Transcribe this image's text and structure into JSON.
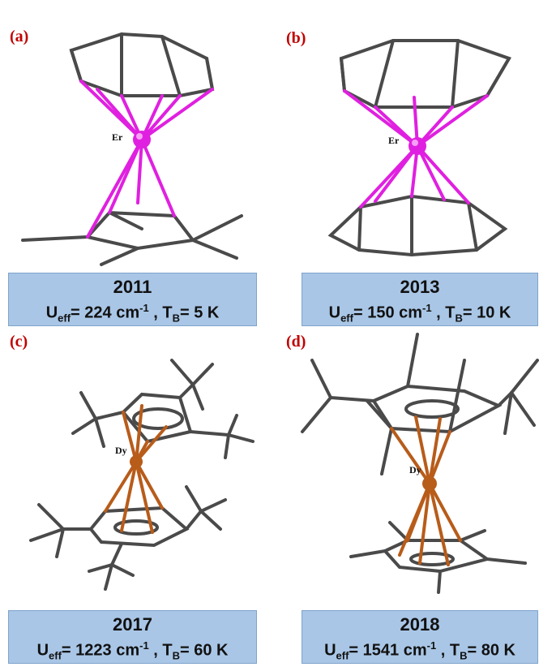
{
  "panels": [
    {
      "label": "(a)",
      "metal": "Er",
      "year": "2011",
      "u_prefix": "U",
      "u_sub": "eff",
      "u_value": "= 224 cm",
      "u_exp": "-1",
      "t_prefix": " , T",
      "t_sub": "B",
      "t_value": "= 5 K"
    },
    {
      "label": "(b)",
      "metal": "Er",
      "year": "2013",
      "u_prefix": "U",
      "u_sub": "eff",
      "u_value": "= 150 cm",
      "u_exp": "-1",
      "t_prefix": " , T",
      "t_sub": "B",
      "t_value": "= 10 K"
    },
    {
      "label": "(c)",
      "metal": "Dy",
      "year": "2017",
      "u_prefix": "U",
      "u_sub": "eff",
      "u_value": "= 1223 cm",
      "u_exp": "-1",
      "t_prefix": " , T",
      "t_sub": "B",
      "t_value": "= 60 K"
    },
    {
      "label": "(d)",
      "metal": "Dy",
      "year": "2018",
      "u_prefix": "U",
      "u_sub": "eff",
      "u_value": "= 1541 cm",
      "u_exp": "-1",
      "t_prefix": " , T",
      "t_sub": "B",
      "t_value": "= 80 K"
    }
  ],
  "colors": {
    "label": "#c00000",
    "erbium_bond": "#e020e0",
    "dysprosium_bond": "#b85c1a",
    "carbon": "#4a4a4a",
    "caption_bg": "#a9c6e6"
  }
}
